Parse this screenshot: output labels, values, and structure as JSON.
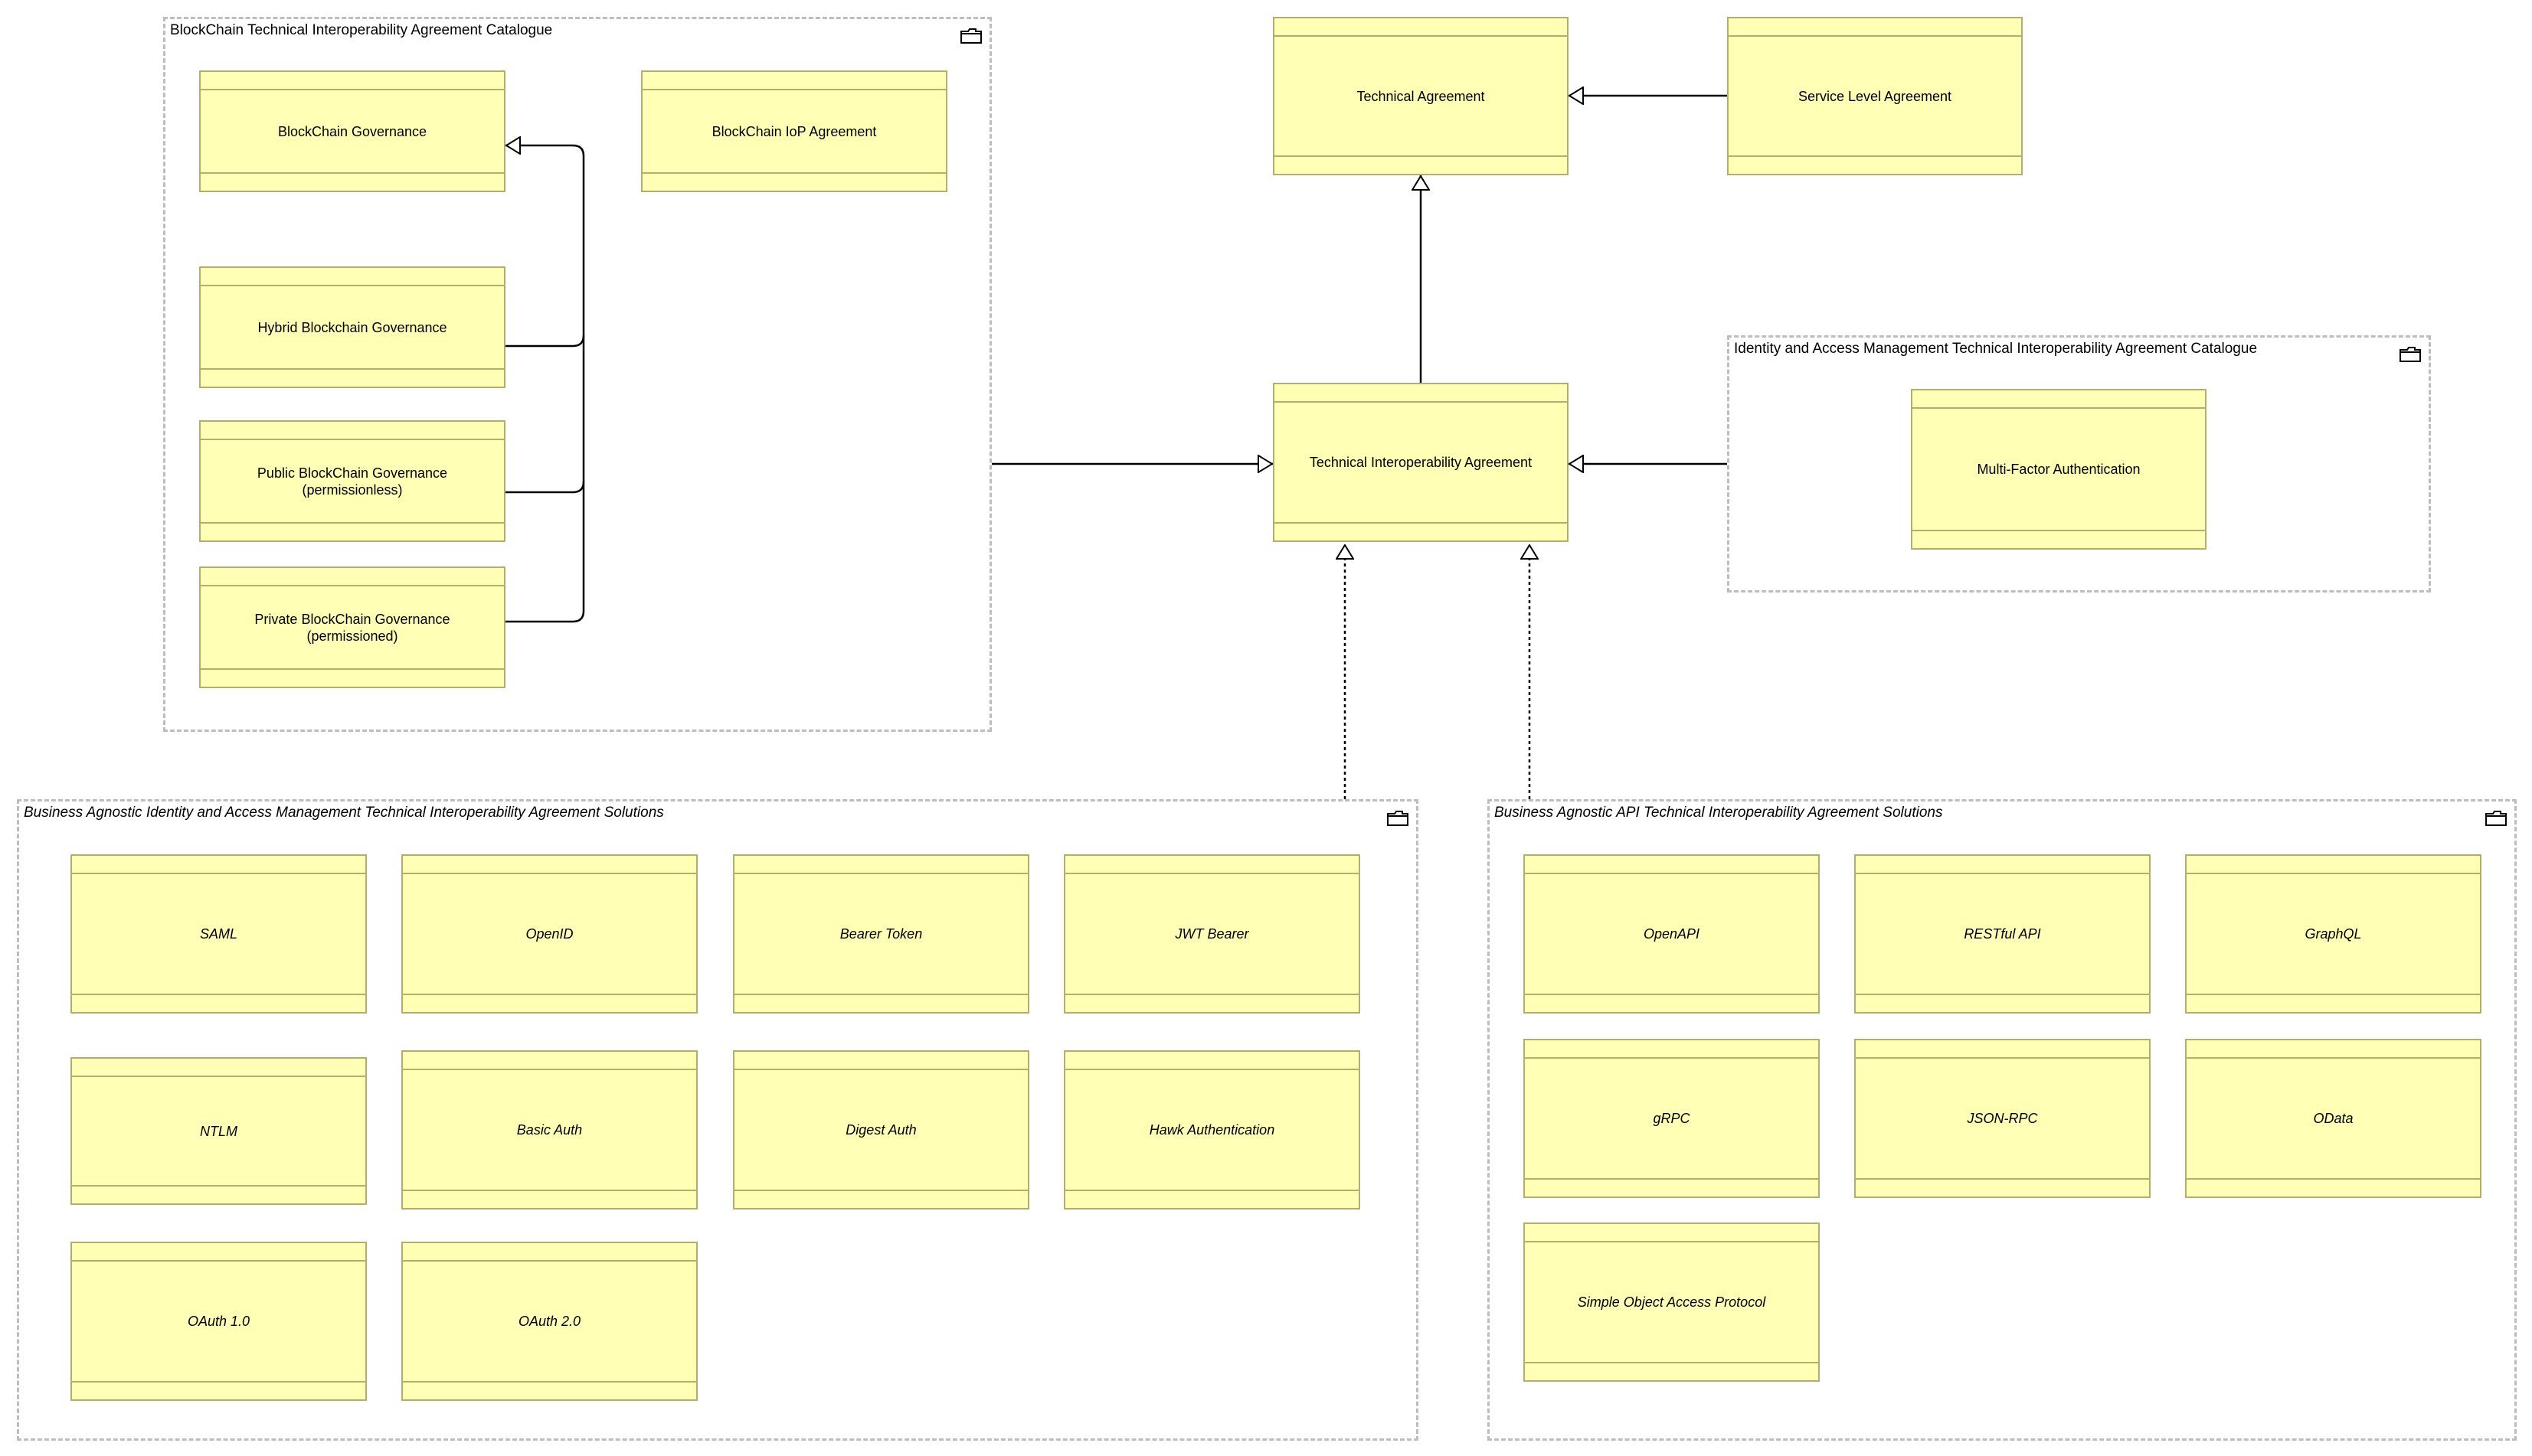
{
  "groups": {
    "blockchain": {
      "title": "BlockChain Technical Interoperability Agreement Catalogue"
    },
    "iam_catalogue": {
      "title": "Identity and Access Management Technical Interoperability Agreement Catalogue"
    },
    "iam_solutions": {
      "title": "Business Agnostic Identity and Access Management Technical Interoperability Agreement Solutions"
    },
    "api_solutions": {
      "title": "Business Agnostic API Technical Interoperability Agreement Solutions"
    }
  },
  "nodes": {
    "blockchain_governance": "BlockChain Governance",
    "blockchain_iop": "BlockChain IoP Agreement",
    "hybrid_governance": "Hybrid Blockchain Governance",
    "public_governance": "Public BlockChain Governance\n(permissionless)",
    "private_governance": "Private BlockChain Governance\n(permissioned)",
    "technical_agreement": "Technical Agreement",
    "service_level_agreement": "Service Level Agreement",
    "technical_interop_agreement": "Technical Interoperability Agreement",
    "mfa": "Multi-Factor Authentication",
    "saml": "SAML",
    "openid": "OpenID",
    "bearer_token": "Bearer Token",
    "jwt_bearer": "JWT Bearer",
    "ntlm": "NTLM",
    "basic_auth": "Basic Auth",
    "digest_auth": "Digest Auth",
    "hawk": "Hawk Authentication",
    "oauth1": "OAuth 1.0",
    "oauth2": "OAuth 2.0",
    "openapi": "OpenAPI",
    "restful": "RESTful API",
    "graphql": "GraphQL",
    "grpc": "gRPC",
    "jsonrpc": "JSON-RPC",
    "odata": "OData",
    "soap": "Simple Object Access Protocol"
  },
  "colors": {
    "element_fill": "#ffffb5",
    "element_border": "#b3ae6e",
    "group_border": "#bdbdbd",
    "edge": "#000000"
  }
}
